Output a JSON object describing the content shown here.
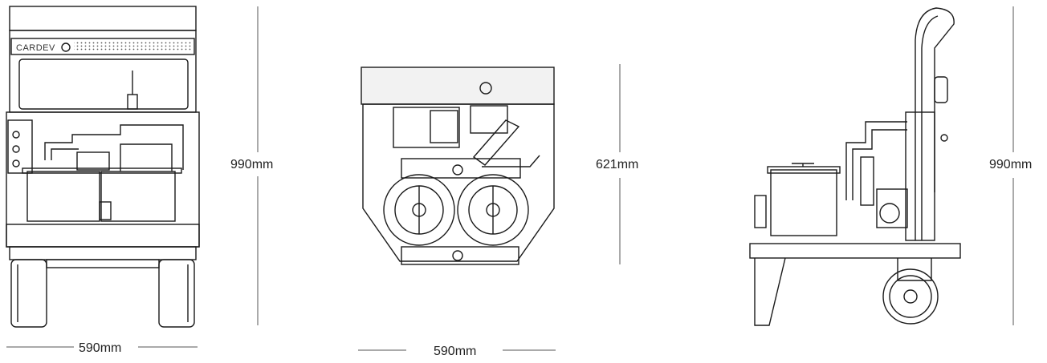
{
  "brand": {
    "name": "CARDEV"
  },
  "views": {
    "front": {
      "height_label": "990mm",
      "width_label": "590mm"
    },
    "top": {
      "depth_label": "621mm",
      "width_label": "590mm"
    },
    "side": {
      "height_label": "990mm"
    }
  },
  "colors": {
    "line": "#1a1a1a",
    "dimension_line": "#555555",
    "panel_fill": "#f2f2f2",
    "background": "#ffffff"
  }
}
